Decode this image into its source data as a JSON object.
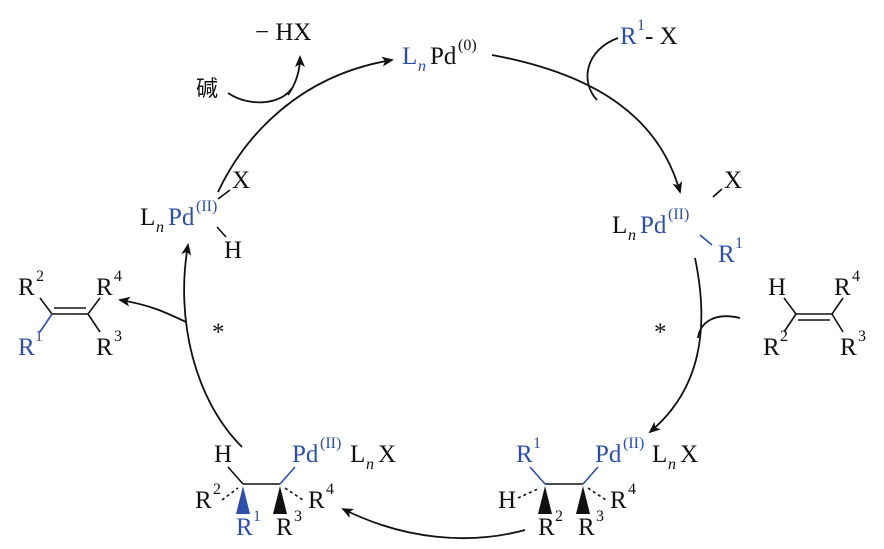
{
  "catalyst": {
    "L": "L",
    "n": "n",
    "Pd": "Pd",
    "ox0": "(0)"
  },
  "oxidative_addition": {
    "reagent_R": "R",
    "reagent_sup": "1",
    "reagent_X": "- X"
  },
  "pd_R1_X": {
    "X": "X",
    "L": "L",
    "n": "n",
    "Pd": "Pd",
    "ox": "(II)",
    "R": "R",
    "R_sup": "1"
  },
  "alkene_in": {
    "H": "H",
    "R4": "R",
    "R4_sup": "4",
    "R2": "R",
    "R2_sup": "2",
    "R3": "R",
    "R3_sup": "3"
  },
  "insertion_product": {
    "R1": "R",
    "R1_sup": "1",
    "Pd": "Pd",
    "ox": "(II)",
    "Ln": "L",
    "n": "n",
    "X": "X",
    "H": "H",
    "R2": "R",
    "R2_sup": "2",
    "R3": "R",
    "R3_sup": "3",
    "R4": "R",
    "R4_sup": "4"
  },
  "rotated_product": {
    "H": "H",
    "Pd": "Pd",
    "ox": "(II)",
    "Ln": "L",
    "n": "n",
    "X": "X",
    "R2": "R",
    "R2_sup": "2",
    "R1": "R",
    "R1_sup": "1",
    "R3": "R",
    "R3_sup": "3",
    "R4": "R",
    "R4_sup": "4"
  },
  "hydride": {
    "L": "L",
    "n": "n",
    "Pd": "Pd",
    "ox": "(II)",
    "X": "X",
    "H": "H"
  },
  "alkene_out": {
    "R2": "R",
    "R2_sup": "2",
    "R4": "R",
    "R4_sup": "4",
    "R1": "R",
    "R1_sup": "1",
    "R3": "R",
    "R3_sup": "3"
  },
  "base_step": {
    "base": "碱",
    "minus_HX": "− HX"
  },
  "step_marks": {
    "right": "*",
    "left": "*"
  }
}
